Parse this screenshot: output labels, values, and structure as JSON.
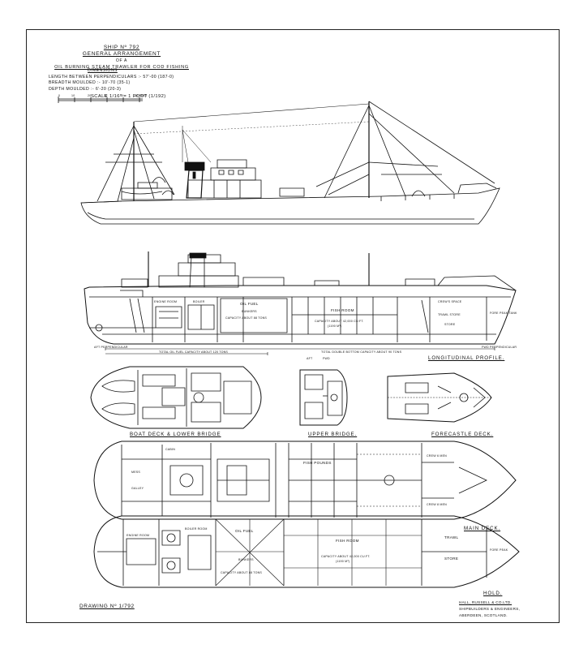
{
  "title_block": {
    "ship_no": "SHIP Nº 792",
    "heading": "GENERAL ARRANGEMENT",
    "of": "OF A",
    "vessel": "OIL BURNING STEAM TRAWLER FOR COD FISHING",
    "dimensions_label": "DIMENSIONS",
    "length": "LENGTH BETWEEN PERPENDICULARS :- 57'-00 (187-0)",
    "breadth": "BREADTH MOULDED :- 10'-70 (35-1)",
    "depth": "DEPTH MOULDED :- 6'-20 (20-3)",
    "scale": "SCALE 1/16\" = 1 FOOT (1/192)",
    "scale_bar_ticks": [
      "0",
      "10",
      "20",
      "30",
      "40",
      "50 FEET"
    ]
  },
  "views": {
    "boat_deck": "BOAT DECK & LOWER BRIDGE",
    "upper_bridge": "UPPER BRIDGE.",
    "forecastle": "FORECASTLE DECK.",
    "longitudinal": "LONGITUDINAL PROFILE.",
    "main_deck": "MAIN DECK.",
    "hold": "HOLD."
  },
  "profile_labels": {
    "fish_room": "FISH ROOM",
    "capacity": "CAPACITY ABOUT 42,000 CU.FT.",
    "capacity_metric": "(1190 M³)",
    "oil_fuel": "OIL FUEL",
    "bunkers": "BUNKERS",
    "bunker_capacity": "CAPACITY ABOUT 88 TONS",
    "engine_room": "ENGINE ROOM",
    "boiler": "BOILER",
    "crew_space": "CREW'S SPACE",
    "trawl_store": "TRAWL STORE",
    "store": "STORE",
    "fore_peak": "FORE PEAK TANK",
    "aft_perp": "AFT PERPENDICULAR",
    "fwd_perp": "FWD PERPENDICULAR",
    "total_fuel": "TOTAL OIL FUEL CAPACITY ABOUT 120 TONS",
    "double_bottom": "TOTAL DOUBLE BOTTOM CAPACITY ABOUT 90 TONS",
    "aft": "AFT",
    "fwd": "FWD"
  },
  "main_deck_labels": {
    "fish_pounds": "FISH POUNDS",
    "crew_a": "CREW 6 MEN",
    "crew_b": "CREW 8 MEN",
    "galley": "GALLEY",
    "mess": "MESS",
    "cabin": "CABIN"
  },
  "hold_labels": {
    "oil_fuel": "OIL FUEL",
    "bunkers": "BUNKERS",
    "capacity": "CAPACITY ABOUT 88 TONS",
    "fish_room": "FISH ROOM",
    "fish_capacity": "CAPACITY ABOUT 42,000 CU.FT.",
    "fish_metric": "(1190 M³)",
    "trawl": "TRAWL",
    "store": "STORE",
    "fore_peak": "FORE PEAK",
    "boiler_room": "BOILER ROOM",
    "engine_room": "ENGINE ROOM"
  },
  "footer": {
    "drawing_no": "DRAWING Nº 1/792",
    "builder_line1": "HALL, RUSSELL & CO.LTD.",
    "builder_line2": "SHIPBUILDERS & ENGINEERS,",
    "builder_line3": "ABERDEEN, SCOTLAND."
  },
  "colors": {
    "ink": "#111111",
    "paper": "#ffffff"
  }
}
